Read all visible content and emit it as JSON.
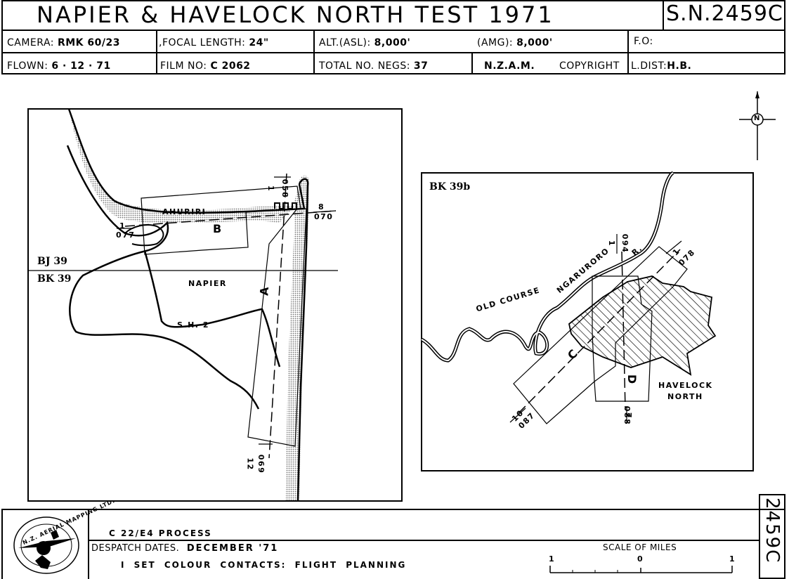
{
  "header": {
    "title": "NAPIER & HAVELOCK NORTH TEST 1971",
    "sortie": "S.N.2459C",
    "camera_label": "CAMERA:",
    "camera_value": "RMK 60/23",
    "focal_label": ",FOCAL LENGTH:",
    "focal_value": "24\"",
    "alt_asl_label": "ALT.(ASL):",
    "alt_asl_value": "8,000'",
    "alt_amg_label": "(AMG):",
    "alt_amg_value": "8,000'",
    "fo_label": "F.O:",
    "flown_label": "FLOWN:",
    "flown_value": "6 · 12 · 71",
    "film_label": "FILM NO:",
    "film_value": "C 2062",
    "negs_label": "TOTAL NO. NEGS:",
    "negs_value": "37",
    "nzam": "N.Z.A.M.",
    "copyright": "COPYRIGHT",
    "ldist_label": "L.DIST:",
    "ldist_value": "H.B."
  },
  "left_map": {
    "bj_label": "BJ 39",
    "bk_label": "BK 39",
    "ahuriri": "AHURIRI",
    "napier": "NAPIER",
    "sh2": "S.H. 2",
    "strip_a": "A",
    "strip_b": "B",
    "b_start_top": "1",
    "b_start_bot": "077",
    "b_end_top": "8",
    "b_end_bot": "070",
    "a_start_top": "1",
    "a_start_bot": "058",
    "a_end_top": "12",
    "a_end_bot": "069"
  },
  "right_map": {
    "sheet_label": "BK 39b",
    "old_course": "OLD COURSE",
    "river": "NGARURORO",
    "river_r": "R.",
    "havelock": "HAVELOCK",
    "north": "NORTH",
    "strip_c": "C",
    "strip_d": "D",
    "c_start_top": "1",
    "c_start_bot": "078",
    "c_end_top": "10",
    "c_end_bot": "087",
    "d_start_top": "1",
    "d_start_bot": "094",
    "d_end_top": "7",
    "d_end_bot": "088"
  },
  "footer": {
    "process": "C 22/E4 PROCESS",
    "despatch_label": "DESPATCH DATES.",
    "despatch_value": "DECEMBER '71",
    "contacts": "I SET COLOUR CONTACTS: FLIGHT PLANNING",
    "scale_title": "SCALE OF MILES",
    "scale_left": "1",
    "scale_mid": "0",
    "scale_right": "1",
    "side_id": "2459C",
    "logo_text": "N.Z. AERIAL MAPPING LTD."
  },
  "north_arrow": {
    "letter": "N"
  }
}
